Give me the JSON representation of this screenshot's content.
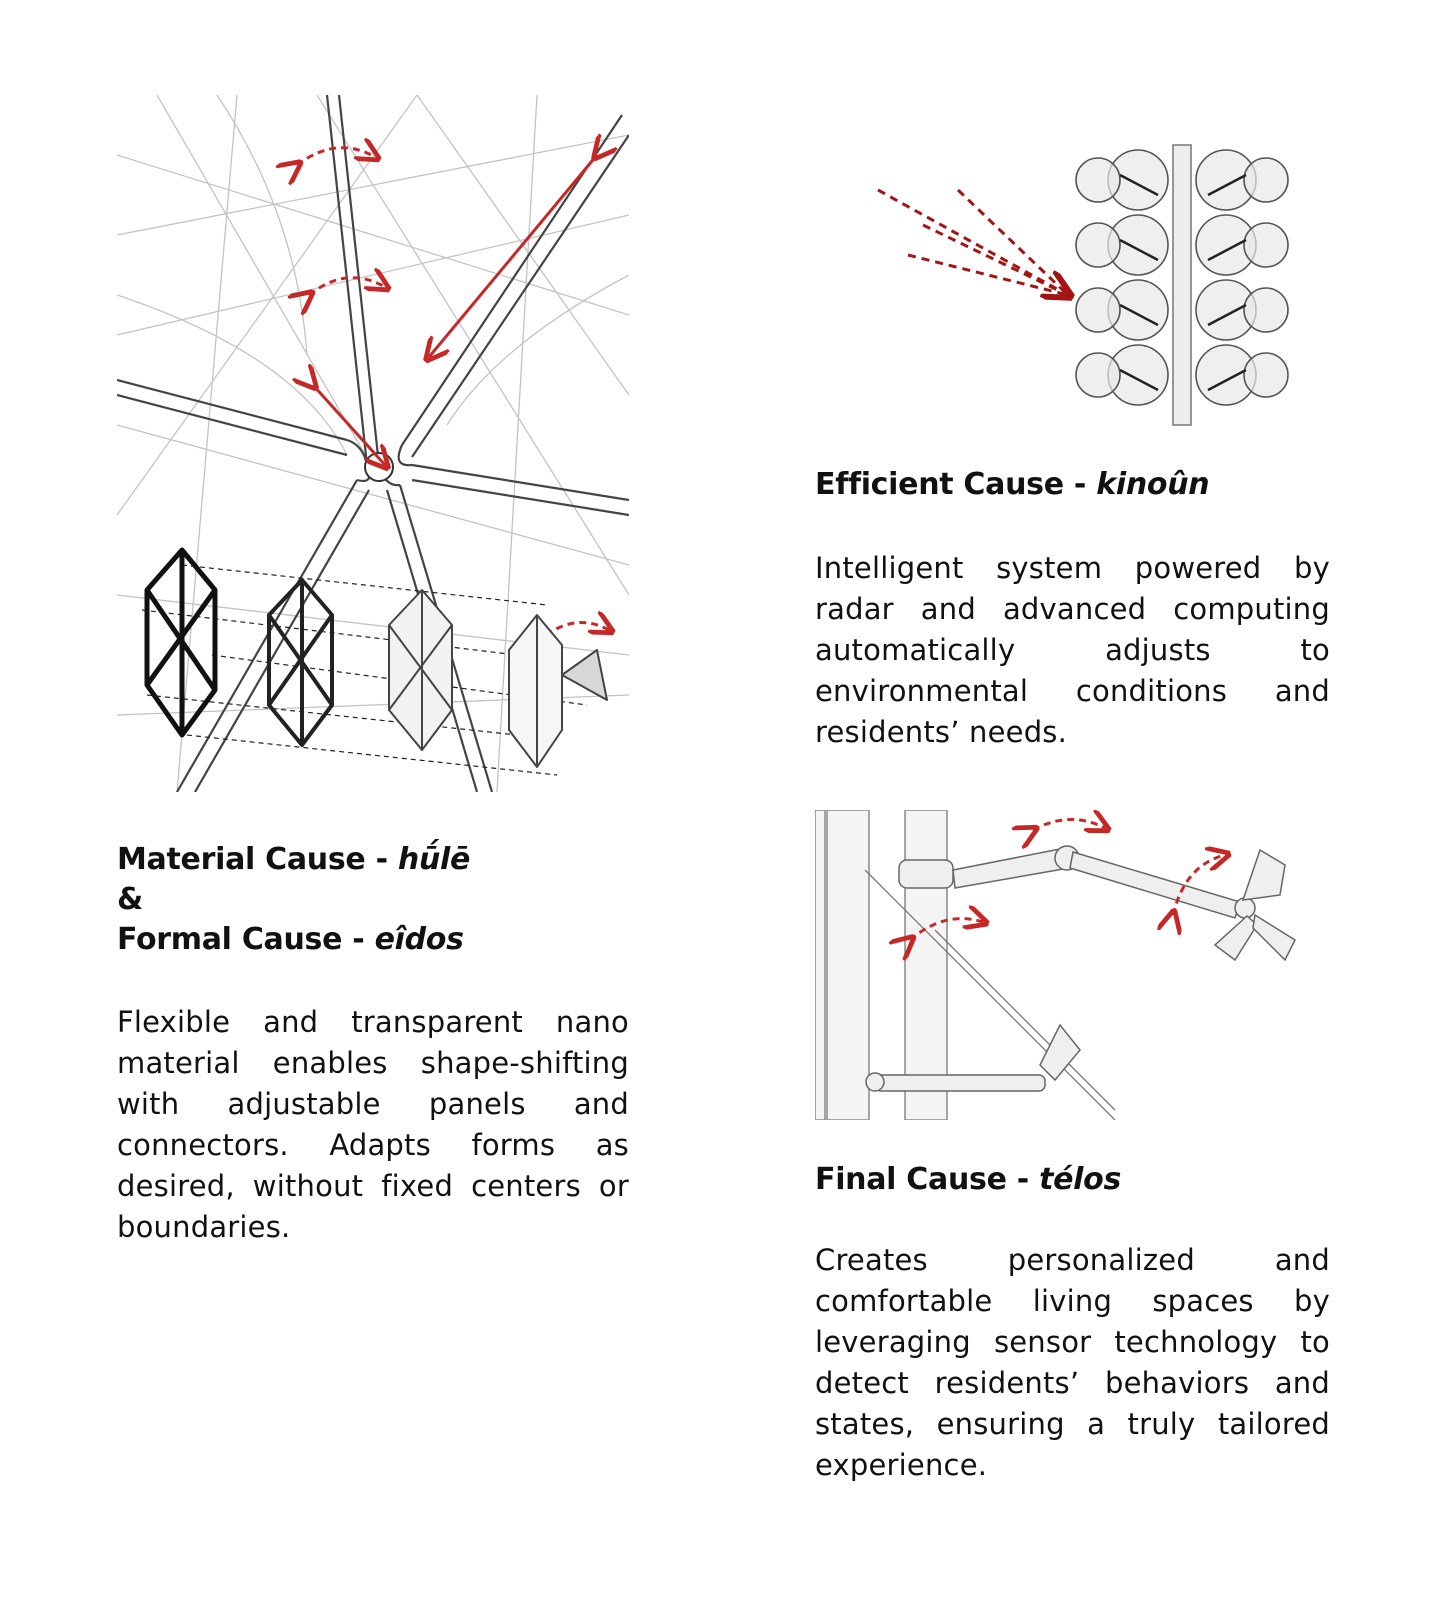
{
  "material": {
    "title_a": "Material Cause - ",
    "term_a": "hū́lē",
    "amp": "&",
    "title_b": "Formal Cause - ",
    "term_b": "eîdos",
    "body": "Flexible and transparent nano material enables shape-shift­ing with adjustable panels and connectors. Adapts forms as desired, without fixed centers or boundaries."
  },
  "efficient": {
    "title": "Efficient Cause - ",
    "term": "kinoûn",
    "body": "Intelligent system powered by radar and advanced comput­ing automatically adjusts to environmental conditions and residents’ needs."
  },
  "final": {
    "title": "Final Cause - ",
    "term": "télos",
    "body": "Creates personalized and comfortable living spaces by leveraging sensor technology to detect residents’ behaviors and states, ensuring a truly tai­lored experience."
  },
  "colors": {
    "accent": "#c62828",
    "line": "#555555",
    "text": "#111111"
  },
  "icons": [
    "rotation-arrow-icon",
    "double-arrow-icon",
    "radar-beam-icon"
  ]
}
